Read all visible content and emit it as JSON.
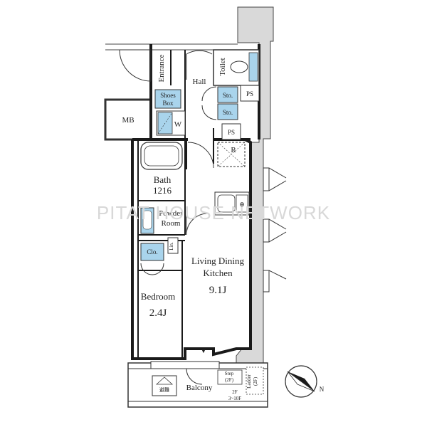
{
  "rooms": {
    "entrance": "Entrance",
    "shoes_box": "Shoes\nBox",
    "mb": "MB",
    "w": "W",
    "hall": "Hall",
    "toilet": "Toilet",
    "sto1": "Sto.",
    "sto2": "Sto.",
    "ps1": "PS",
    "ps2": "PS",
    "r": "R",
    "bath": "Bath",
    "bath_size": "1216",
    "powder_room": "Powder\nRoom",
    "lin": "Lin.",
    "clo": "Clo.",
    "ldk": "Living Dining\nKitchen",
    "ldk_size": "9.1J",
    "bedroom": "Bedroom",
    "bedroom_size": "2.4J",
    "balcony": "Balcony",
    "step": "Step\n(2F)",
    "ladder": "Ladder\n(2F)",
    "floors": "2F\n3~10F",
    "evac_sign": "避難"
  },
  "compass": {
    "label": "N"
  },
  "watermark": "PITAT HOUSE NETWORK",
  "colors": {
    "accent": "#a9d4ec",
    "wall": "#1a1a1a",
    "gray": "#d9d9d9"
  }
}
